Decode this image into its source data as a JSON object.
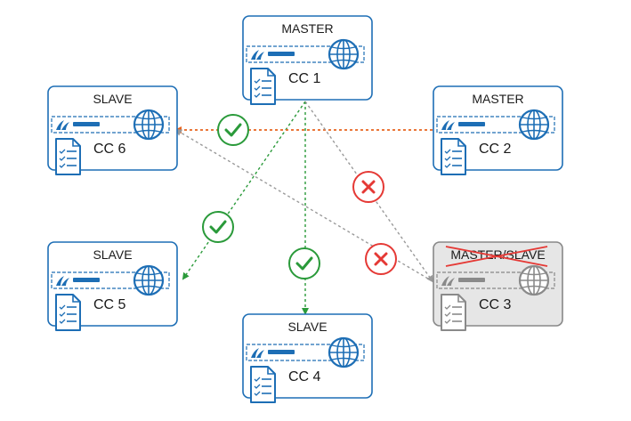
{
  "colors": {
    "active_border": "#1d6eb5",
    "disabled_border": "#888888",
    "disabled_fill": "#e6e6e6",
    "ok_link": "#2a9a3a",
    "sync_link": "#e8641e",
    "blocked_link": "#9a9a9a",
    "error_mark": "#e53935"
  },
  "nodes": [
    {
      "id": "cc1",
      "role": "MASTER",
      "label": "CC 1",
      "state": "active"
    },
    {
      "id": "cc2",
      "role": "MASTER",
      "label": "CC 2",
      "state": "active"
    },
    {
      "id": "cc3",
      "role": "MASTER/SLAVE",
      "label": "CC 3",
      "state": "disabled",
      "role_struck": true
    },
    {
      "id": "cc4",
      "role": "SLAVE",
      "label": "CC 4",
      "state": "active"
    },
    {
      "id": "cc5",
      "role": "SLAVE",
      "label": "CC  5",
      "state": "active"
    },
    {
      "id": "cc6",
      "role": "SLAVE",
      "label": "CC  6",
      "state": "active"
    }
  ],
  "links": [
    {
      "from": "cc1",
      "to": "cc5",
      "status": "allowed"
    },
    {
      "from": "cc1",
      "to": "cc4",
      "status": "allowed"
    },
    {
      "from": "cc2",
      "to": "cc6",
      "status": "allowed"
    },
    {
      "from": "cc1",
      "to": "cc3",
      "status": "denied"
    },
    {
      "from": "cc3",
      "to": "cc6",
      "status": "denied"
    }
  ],
  "status_icons": {
    "allowed": "check-circle-icon",
    "denied": "cross-circle-icon"
  },
  "node_icons": {
    "device": "firewall-appliance-icon",
    "network": "globe-icon",
    "config": "checklist-document-icon"
  }
}
